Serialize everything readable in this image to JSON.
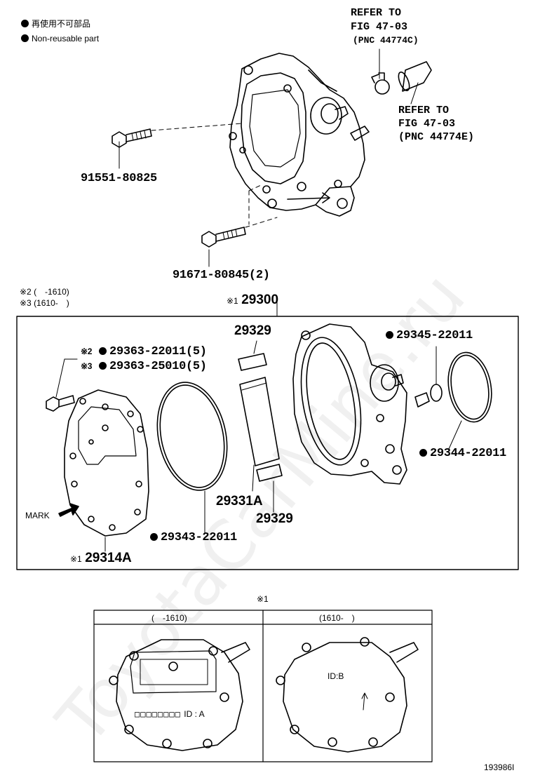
{
  "legend": {
    "line1": "再使用不可部品",
    "line2": "Non-reusable part"
  },
  "refers": [
    {
      "l1": "REFER TO",
      "l2": "FIG 47-03",
      "l3": "(PNC 44774C)"
    },
    {
      "l1": "REFER TO",
      "l2": "FIG 47-03",
      "l3": "(PNC 44774E)"
    }
  ],
  "parts": {
    "bolt_top": "91551-80825",
    "bolt_bottom": "91671-80845(2)",
    "assy": "29300",
    "assy_mark": "※1",
    "vane_top": "29329",
    "vane_bottom": "29329",
    "rotor": "29331A",
    "oring_small": "29345-22011",
    "oring_right": "29344-22011",
    "oring_left": "29343-22011",
    "cover": "29314A",
    "cover_mark": "※1",
    "screw_a": "29363-22011(5)",
    "screw_b": "29363-25010(5)",
    "screw_a_mark": "※2",
    "screw_b_mark": "※3"
  },
  "notes": {
    "n2": "※2 (　-1610)",
    "n3": "※3 (1610-　)",
    "mark": "MARK"
  },
  "detail": {
    "title": "※1",
    "col_left": "(　-1610)",
    "col_right": "(1610-　)",
    "id_a": "ID : A",
    "id_b": "ID:B"
  },
  "footer": {
    "figure_code": "193986I"
  },
  "watermark": "ToyotaCarMine.ru"
}
